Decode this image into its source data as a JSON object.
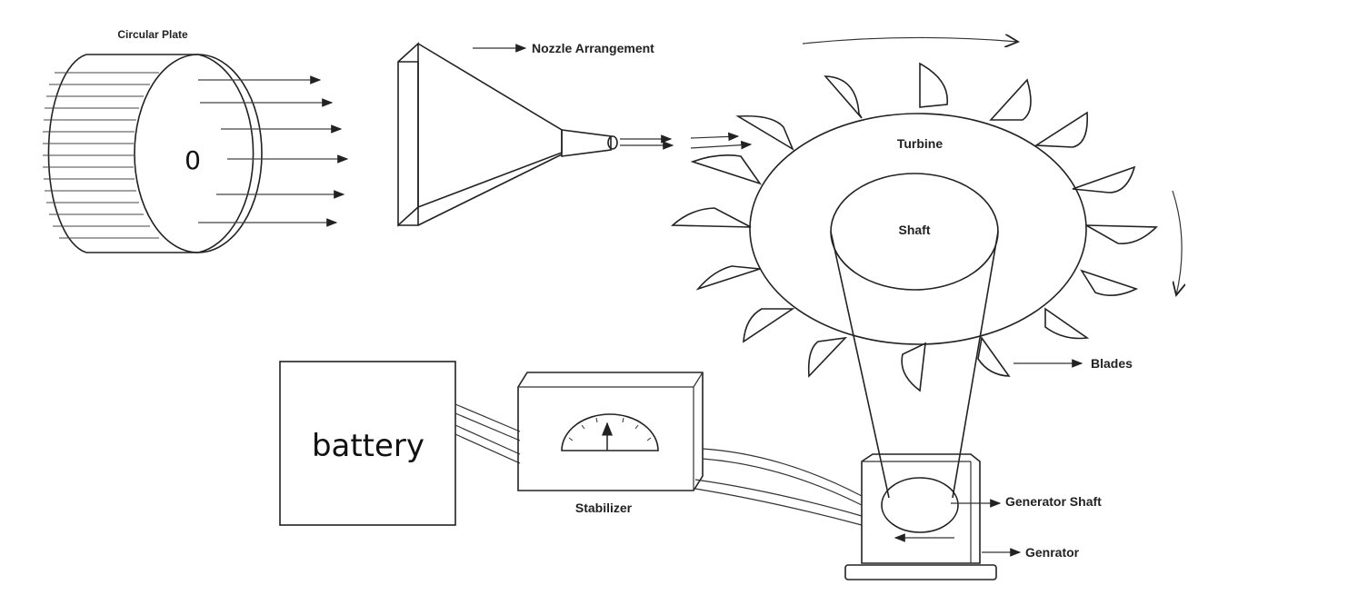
{
  "labels": {
    "circular_plate": "Circular Plate",
    "plate_mark": "0",
    "nozzle": "Nozzle Arrangement",
    "turbine": "Turbine",
    "shaft": "Shaft",
    "blades": "Blades",
    "battery": "battery",
    "stabilizer": "Stabilizer",
    "generator_shaft": "Generator Shaft",
    "generator": "Genrator"
  },
  "colors": {
    "line": "#222222",
    "background": "#ffffff"
  }
}
